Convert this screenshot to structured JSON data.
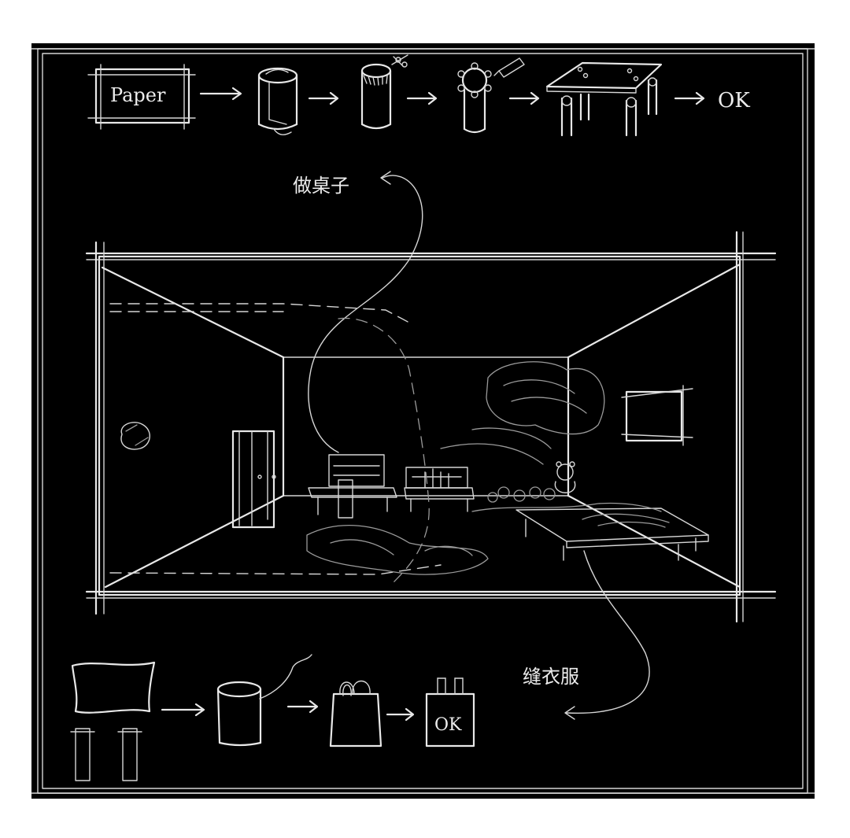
{
  "top_sequence": {
    "paper_label": "Paper",
    "result_label": "OK",
    "caption": "做桌子"
  },
  "bottom_sequence": {
    "result_label": "OK",
    "caption": "缝衣服"
  },
  "colors": {
    "background": "#000000",
    "chalk": "#e8e8e8",
    "faint": "#9a9a9a",
    "frame": "#ffffff"
  }
}
